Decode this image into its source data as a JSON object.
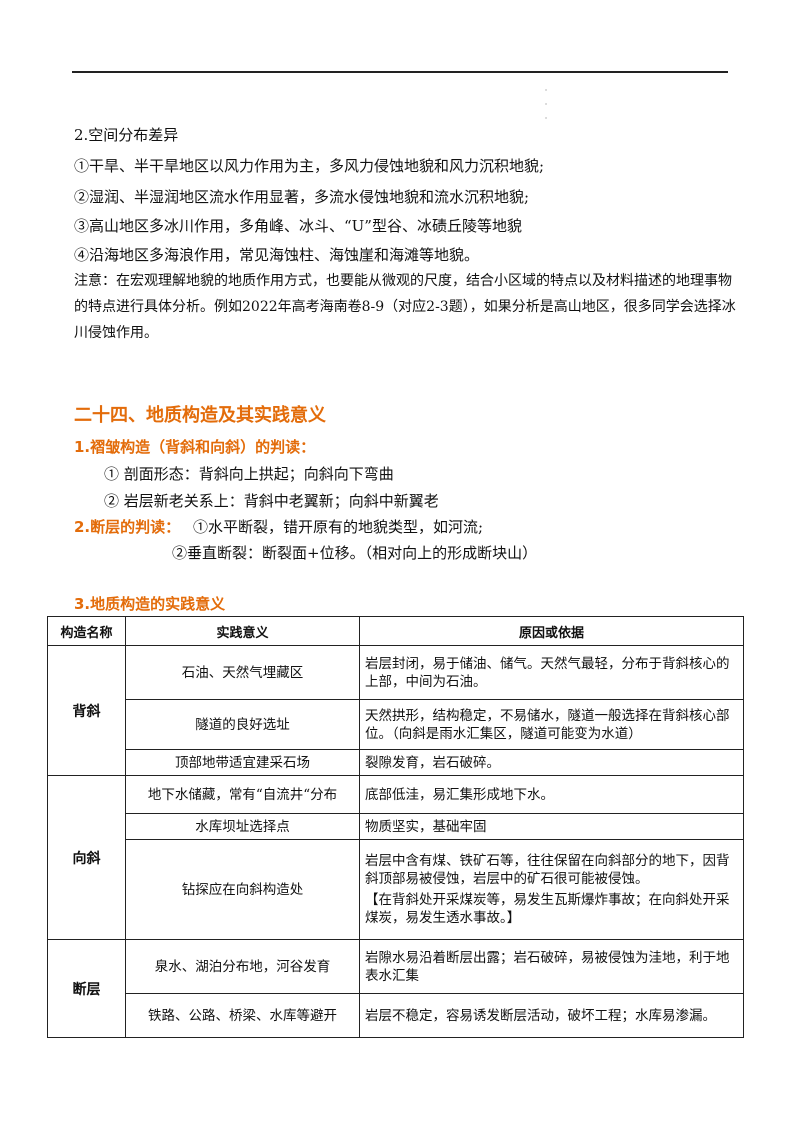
{
  "header": {
    "dots": ".\n.\n."
  },
  "section2": {
    "title": "2.空间分布差异",
    "items": [
      "①干旱、半干旱地区以风力作用为主，多风力侵蚀地貌和风力沉积地貌;",
      "②湿润、半湿润地区流水作用显著，多流水侵蚀地貌和流水沉积地貌;",
      "③高山地区多冰川作用，多角峰、冰斗、“U”型谷、冰碛丘陵等地貌",
      "④沿海地区多海浪作用，常见海蚀柱、海蚀崖和海滩等地貌。"
    ],
    "note": "注意：在宏观理解地貌的地质作用方式，也要能从微观的尺度，结合小区域的特点以及材料描述的地理事物的特点进行具体分析。例如2022年高考海南卷8-9（对应2-3题），如果分析是高山地区，很多同学会选择冰川侵蚀作用。"
  },
  "section24": {
    "title": "二十四、地质构造及其实践意义",
    "fold_title": "1.褶皱构造（背斜和向斜）的判读：",
    "fold_items": [
      "① 剖面形态：背斜向上拱起；向斜向下弯曲",
      "② 岩层新老关系上：背斜中老翼新；向斜中新翼老"
    ],
    "fault_title": "2.断层的判读：",
    "fault_items": [
      "①水平断裂，错开原有的地貌类型，如河流;",
      "②垂直断裂：断裂面+位移。（相对向上的形成断块山）"
    ],
    "practice_title": "3.地质构造的实践意义"
  },
  "table": {
    "headers": [
      "构造名称",
      "实践意义",
      "原因或依据"
    ],
    "groups": [
      {
        "name": "背斜",
        "rows": [
          {
            "meaning": "石油、天然气埋藏区",
            "reason": "岩层封闭，易于储油、储气。天然气最轻，分布于背斜核心的上部，中间为石油。"
          },
          {
            "meaning": "隧道的良好选址",
            "reason": "天然拱形，结构稳定，不易储水，隧道一般选择在背斜核心部位。（向斜是雨水汇集区，隧道可能变为水道）"
          },
          {
            "meaning": "顶部地带适宜建采石场",
            "reason": "裂隙发育，岩石破碎。"
          }
        ]
      },
      {
        "name": "向斜",
        "rows": [
          {
            "meaning": "地下水储藏，常有“自流井“分布",
            "reason": "底部低洼，易汇集形成地下水。"
          },
          {
            "meaning": "水库坝址选择点",
            "reason": "物质坚实，基础牢固"
          },
          {
            "meaning": "钻探应在向斜构造处",
            "reason": "岩层中含有煤、铁矿石等，往往保留在向斜部分的地下，因背斜顶部易被侵蚀，岩层中的矿石很可能被侵蚀。",
            "reason2": "【在背斜处开采煤炭等，易发生瓦斯爆炸事故；在向斜处开采煤炭，易发生透水事故。】"
          }
        ]
      },
      {
        "name": "断层",
        "rows": [
          {
            "meaning": "泉水、湖泊分布地，河谷发育",
            "reason": "岩隙水易沿着断层出露；岩石破碎，易被侵蚀为洼地，利于地表水汇集"
          },
          {
            "meaning": "铁路、公路、桥梁、水库等避开",
            "reason": "岩层不稳定，容易诱发断层活动，破坏工程；水库易渗漏。"
          }
        ]
      }
    ]
  }
}
